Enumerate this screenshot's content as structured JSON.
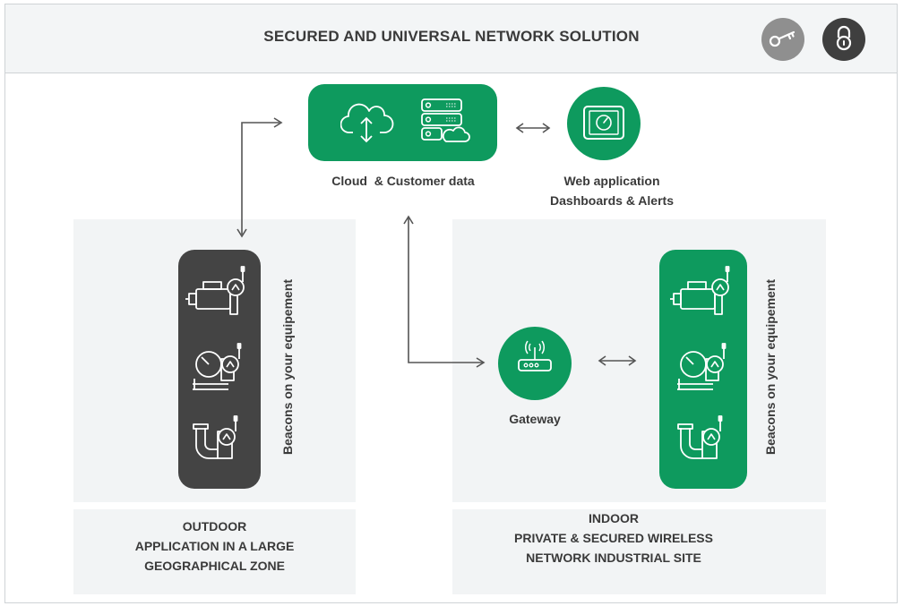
{
  "header": {
    "title": "SECURED AND UNIVERSAL NETWORK SOLUTION",
    "key_icon": "key-icon",
    "lock_icon": "lock-icon"
  },
  "cloud": {
    "label": "Cloud  & Customer data",
    "icons": [
      "cloud-upload-icon",
      "server-icon"
    ]
  },
  "webapp": {
    "label_line1": "Web application",
    "label_line2": "Dashboards & Alerts",
    "icon": "tablet-gauge-icon"
  },
  "gateway": {
    "label": "Gateway",
    "icon": "router-icon"
  },
  "outdoor": {
    "beacons_label": "Beacons on your equipement",
    "caption_line1": "OUTDOOR",
    "caption_line2": "APPLICATION IN A LARGE",
    "caption_line3": "GEOGRAPHICAL ZONE",
    "pill_color": "#444444"
  },
  "indoor": {
    "beacons_label": "Beacons on your equipement",
    "caption_line1": "INDOOR",
    "caption_line2": "PRIVATE & SECURED WIRELESS",
    "caption_line3": "NETWORK INDUSTRIAL SITE",
    "pill_color": "#0e9a5e"
  },
  "beacon_icons": [
    "motor-beacon-icon",
    "gauge-beacon-icon",
    "pipe-beacon-icon"
  ],
  "colors": {
    "accent_green": "#0e9a5e",
    "dark_grey": "#444444",
    "panel_bg": "#f2f4f5"
  }
}
